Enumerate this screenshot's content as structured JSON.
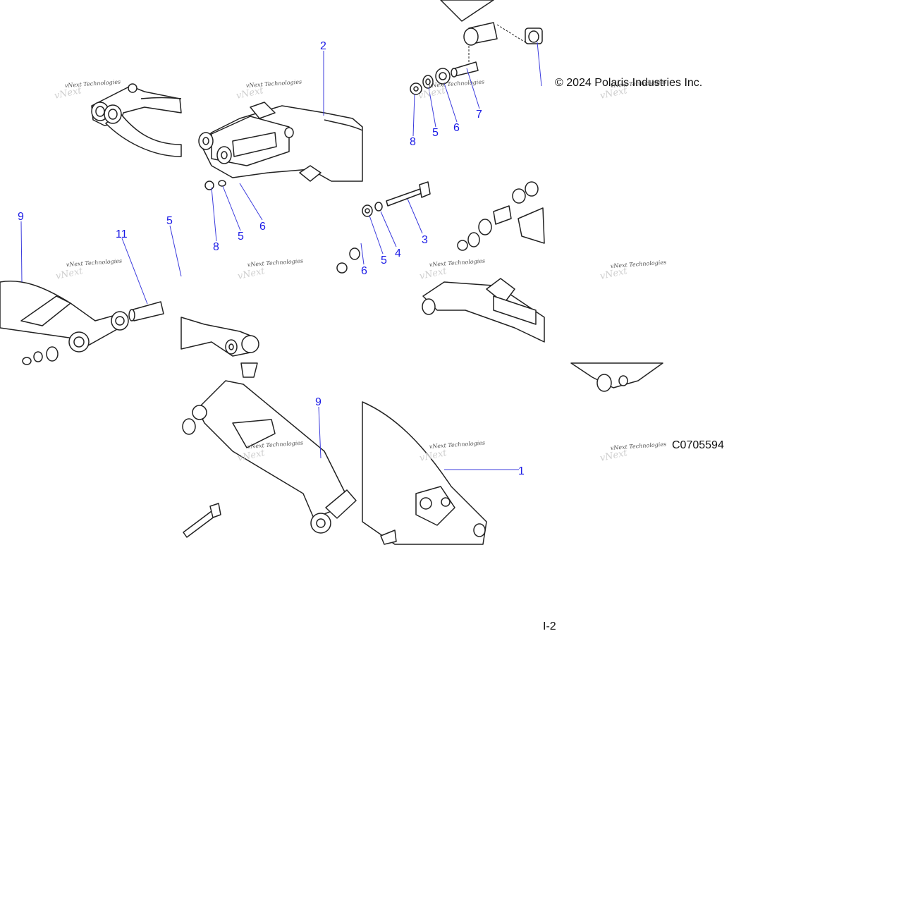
{
  "copyright": "© 2024 Polaris Industries Inc.",
  "diagram_code": "C0705594",
  "page_ref": "I-2",
  "watermark": "vNext Technologies",
  "callouts": {
    "c1": "1",
    "c2": "2",
    "c3": "3",
    "c4": "4",
    "c5a": "5",
    "c5b": "5",
    "c5c": "5",
    "c5d": "5",
    "c6a": "6",
    "c6b": "6",
    "c6c": "6",
    "c7": "7",
    "c8a": "8",
    "c8b": "8",
    "c9a": "9",
    "c9b": "9",
    "c11": "11"
  },
  "colors": {
    "callout": "#1a1ae6",
    "line": "#222222"
  }
}
